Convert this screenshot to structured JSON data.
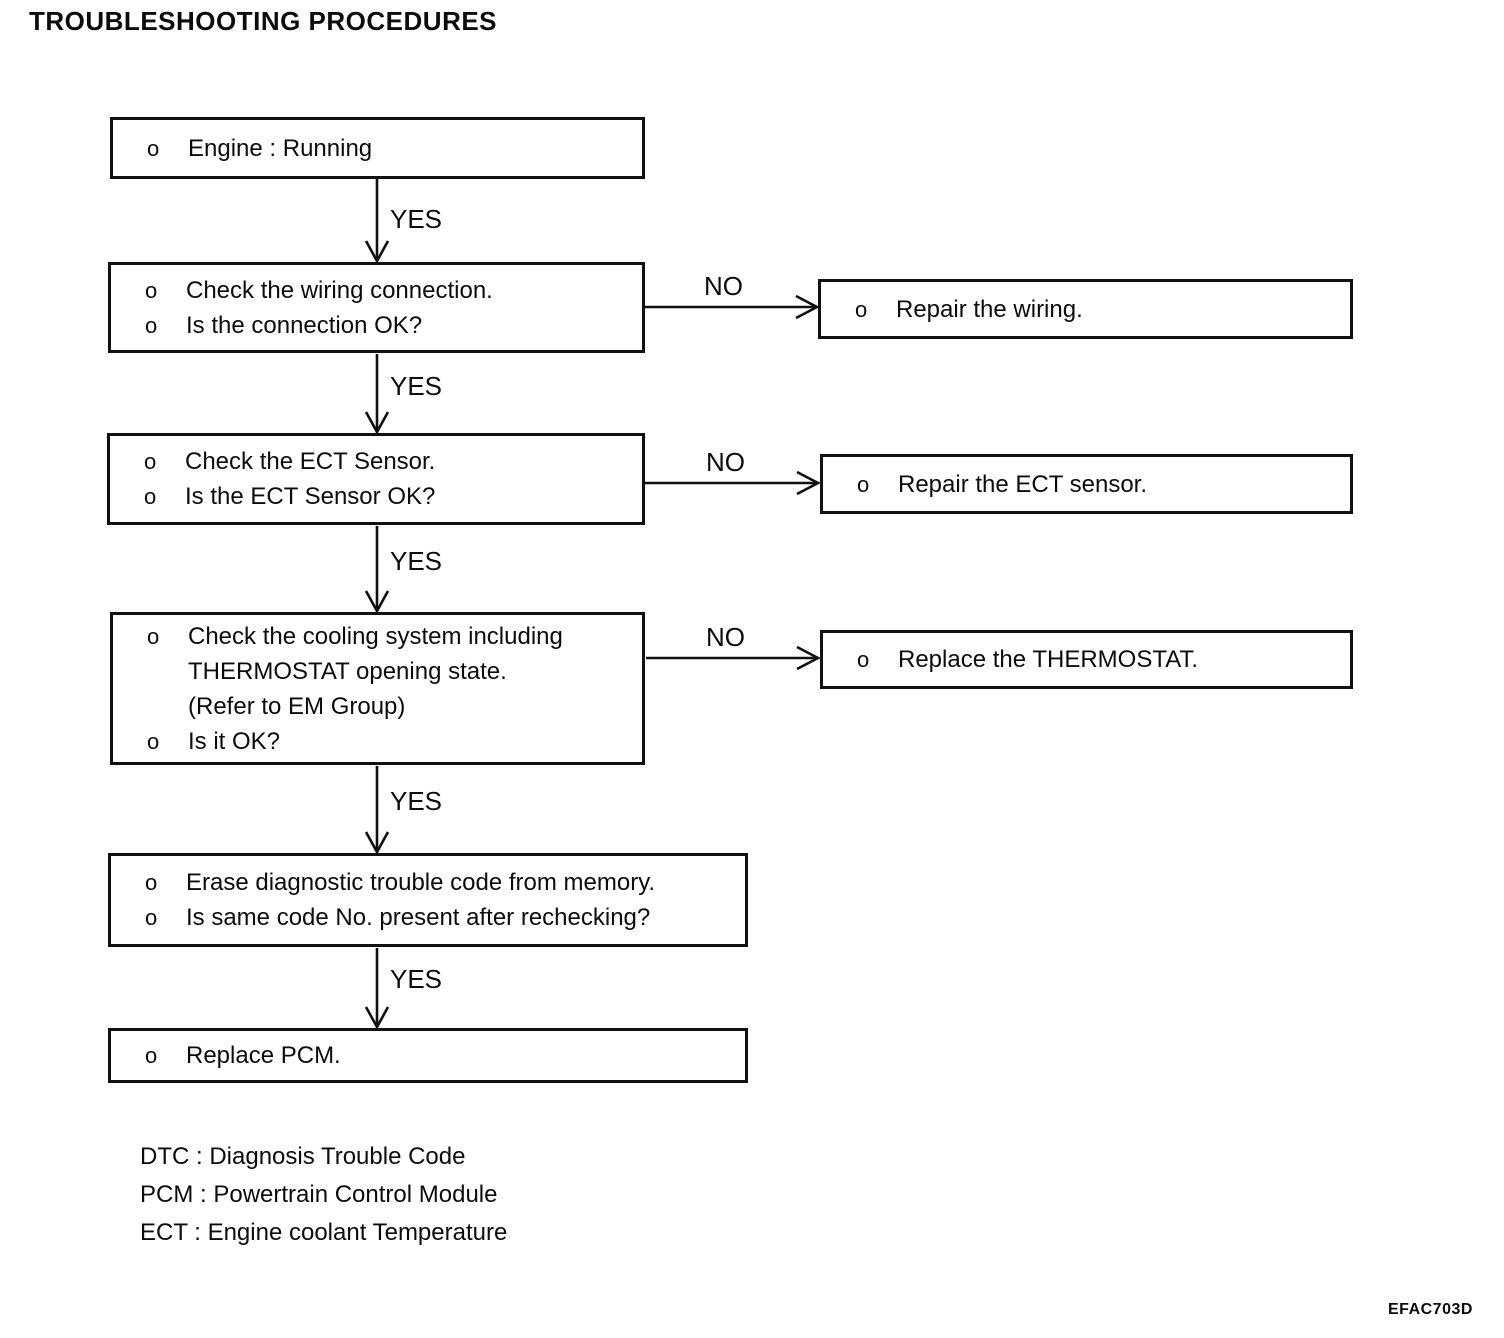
{
  "title": "TROUBLESHOOTING PROCEDURES",
  "figure_code": "EFAC703D",
  "flowchart": {
    "bullet": "o",
    "labels": {
      "yes": "YES",
      "no": "NO"
    },
    "main_steps": [
      {
        "name": "engine-running",
        "items": [
          {
            "lines": [
              "Engine : Running"
            ]
          }
        ]
      },
      {
        "name": "check-wiring-connection",
        "items": [
          {
            "lines": [
              "Check the wiring connection."
            ]
          },
          {
            "lines": [
              "Is the connection OK?"
            ]
          }
        ]
      },
      {
        "name": "check-ect-sensor",
        "items": [
          {
            "lines": [
              "Check the ECT Sensor."
            ]
          },
          {
            "lines": [
              "Is the ECT Sensor OK?"
            ]
          }
        ]
      },
      {
        "name": "check-cooling-system",
        "items": [
          {
            "lines": [
              "Check the cooling system including",
              "THERMOSTAT opening state.",
              "(Refer to EM Group)"
            ]
          },
          {
            "lines": [
              "Is it OK?"
            ]
          }
        ]
      },
      {
        "name": "erase-dtc",
        "items": [
          {
            "lines": [
              "Erase diagnostic trouble code from memory."
            ]
          },
          {
            "lines": [
              "Is same code No. present after rechecking?"
            ]
          }
        ]
      },
      {
        "name": "replace-pcm",
        "items": [
          {
            "lines": [
              "Replace PCM."
            ]
          }
        ]
      }
    ],
    "no_branches": [
      {
        "name": "repair-wiring",
        "items": [
          {
            "lines": [
              "Repair the wiring."
            ]
          }
        ]
      },
      {
        "name": "repair-ect-sensor",
        "items": [
          {
            "lines": [
              "Repair the ECT sensor."
            ]
          }
        ]
      },
      {
        "name": "replace-thermostat",
        "items": [
          {
            "lines": [
              "Replace the THERMOSTAT."
            ]
          }
        ]
      }
    ]
  },
  "legend": {
    "entries": [
      "DTC : Diagnosis Trouble Code",
      "PCM : Powertrain Control Module",
      "ECT : Engine coolant Temperature"
    ]
  }
}
